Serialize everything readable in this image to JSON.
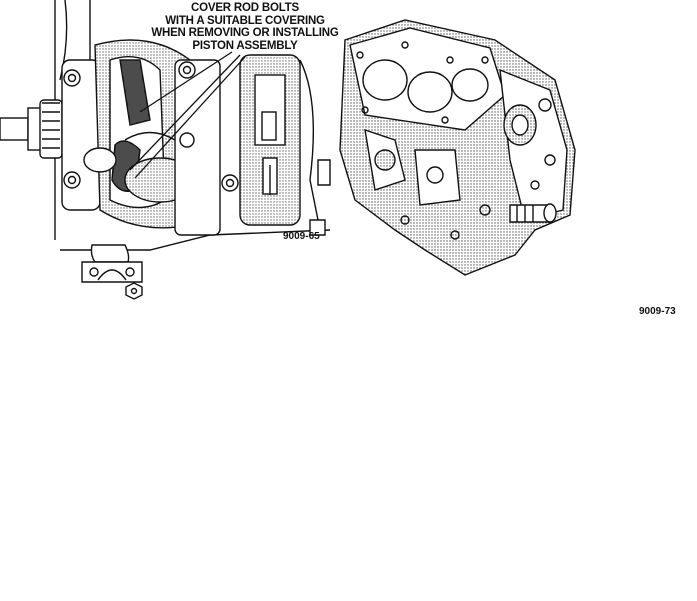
{
  "figure_left": {
    "callout": {
      "line1": "COVER ROD BOLTS",
      "line2": "WITH A SUITABLE COVERING",
      "line3": "WHEN REMOVING OR INSTALLING",
      "line4": "PISTON ASSEMBLY"
    },
    "figure_number": "9009-65"
  },
  "figure_right": {
    "figure_number": "9009-73"
  }
}
